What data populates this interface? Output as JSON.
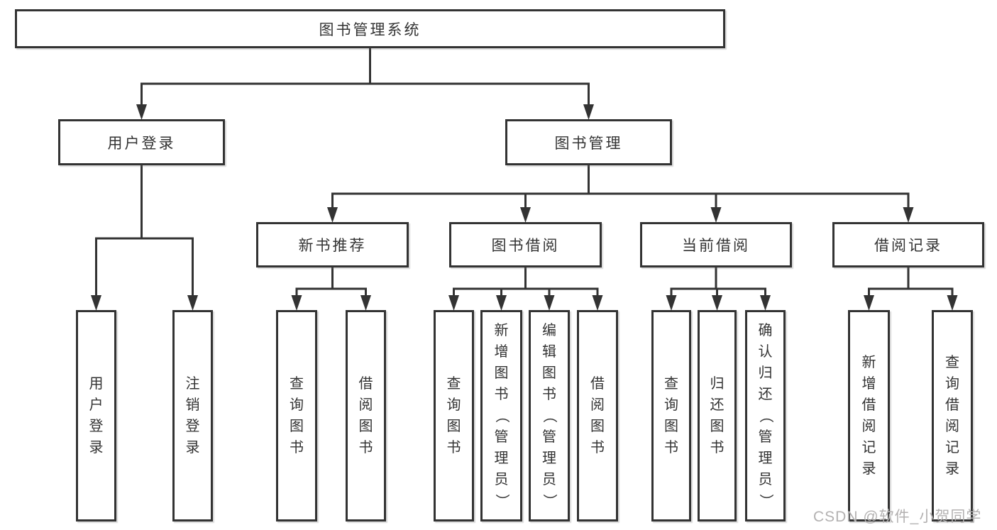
{
  "diagram": {
    "colors": {
      "line": "#333333",
      "text": "#333333",
      "watermark": "#b3b1b1"
    },
    "watermark": "CSDN @软件_小贺同学",
    "nodes": [
      {
        "id": "root",
        "label": "图书管理系统",
        "orientation": "horizontal",
        "parent": null
      },
      {
        "id": "user-login",
        "label": "用户登录",
        "orientation": "horizontal",
        "parent": "root"
      },
      {
        "id": "book-mgmt",
        "label": "图书管理",
        "orientation": "horizontal",
        "parent": "root"
      },
      {
        "id": "new-book-rec",
        "label": "新书推荐",
        "orientation": "horizontal",
        "parent": "book-mgmt"
      },
      {
        "id": "book-borrow",
        "label": "图书借阅",
        "orientation": "horizontal",
        "parent": "book-mgmt"
      },
      {
        "id": "current-borrow",
        "label": "当前借阅",
        "orientation": "horizontal",
        "parent": "book-mgmt"
      },
      {
        "id": "borrow-records",
        "label": "借阅记录",
        "orientation": "horizontal",
        "parent": "book-mgmt"
      },
      {
        "id": "leaf-user-login",
        "label": "用户登录",
        "orientation": "vertical",
        "parent": "user-login"
      },
      {
        "id": "leaf-logout",
        "label": "注销登录",
        "orientation": "vertical",
        "parent": "user-login"
      },
      {
        "id": "leaf-query-books-rec",
        "label": "查询图书",
        "orientation": "vertical",
        "parent": "new-book-rec"
      },
      {
        "id": "leaf-borrow-books-rec",
        "label": "借阅图书",
        "orientation": "vertical",
        "parent": "new-book-rec"
      },
      {
        "id": "leaf-query-books-borrow",
        "label": "查询图书",
        "orientation": "vertical",
        "parent": "book-borrow"
      },
      {
        "id": "leaf-add-books",
        "label": "新增图书（管理员）",
        "orientation": "vertical",
        "parent": "book-borrow"
      },
      {
        "id": "leaf-edit-books",
        "label": "编辑图书（管理员）",
        "orientation": "vertical",
        "parent": "book-borrow"
      },
      {
        "id": "leaf-borrow-books",
        "label": "借阅图书",
        "orientation": "vertical",
        "parent": "book-borrow"
      },
      {
        "id": "leaf-query-books-cur",
        "label": "查询图书",
        "orientation": "vertical",
        "parent": "current-borrow"
      },
      {
        "id": "leaf-return-books",
        "label": "归还图书",
        "orientation": "vertical",
        "parent": "current-borrow"
      },
      {
        "id": "leaf-confirm-return",
        "label": "确认归还（管理员）",
        "orientation": "vertical",
        "parent": "current-borrow"
      },
      {
        "id": "leaf-add-borrow-rec",
        "label": "新增借阅记录",
        "orientation": "vertical",
        "parent": "borrow-records"
      },
      {
        "id": "leaf-query-borrow-rec",
        "label": "查询借阅记录",
        "orientation": "vertical",
        "parent": "borrow-records"
      }
    ]
  }
}
